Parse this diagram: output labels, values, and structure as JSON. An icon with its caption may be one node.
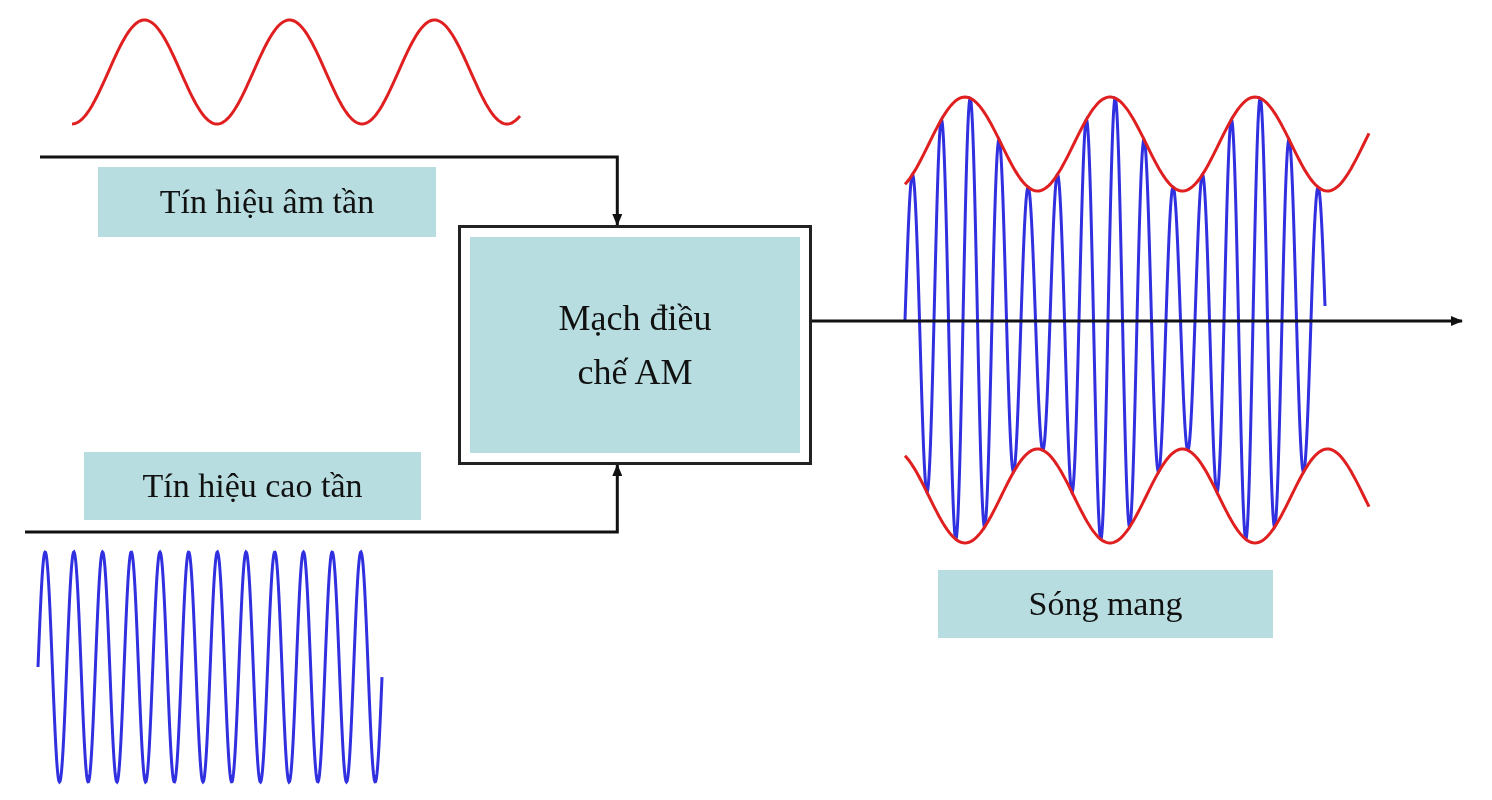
{
  "diagram": {
    "nodes": [
      {
        "text": [
          "Tín hiệu âm tần"
        ]
      },
      {
        "text": [
          "Mạch điều chế AM"
        ]
      },
      {
        "text": [
          "Tín hiệu cao tần"
        ]
      },
      {
        "text": [
          "Sóng mang"
        ]
      }
    ],
    "edges": [
      {
        "from": null,
        "to": 1,
        "arrow": "to"
      },
      {
        "from": null,
        "to": 1,
        "arrow": "to"
      },
      {
        "from": 1,
        "to": null,
        "arrow": "to"
      }
    ]
  }
}
